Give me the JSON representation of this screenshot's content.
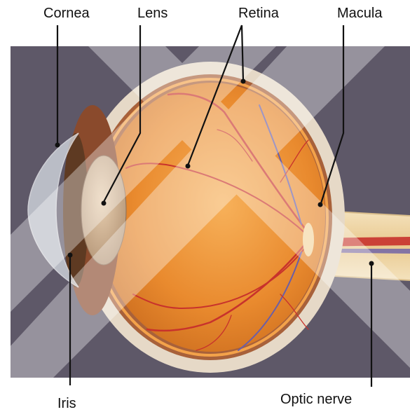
{
  "labels": {
    "cornea": "Cornea",
    "lens": "Lens",
    "retina": "Retina",
    "macula": "Macula",
    "iris": "Iris",
    "optic_nerve": "Optic nerve"
  },
  "colors": {
    "background_panel": "#5e5868",
    "sclera": "#e6d9c7",
    "eye_interior": "#e98a2e",
    "retina_line": "#f3a24a",
    "blood_vessel_red": "#c8322c",
    "blood_vessel_blue": "#6a5ea8",
    "optic_nerve": "#f1d9ae",
    "leader_line": "#111111"
  }
}
